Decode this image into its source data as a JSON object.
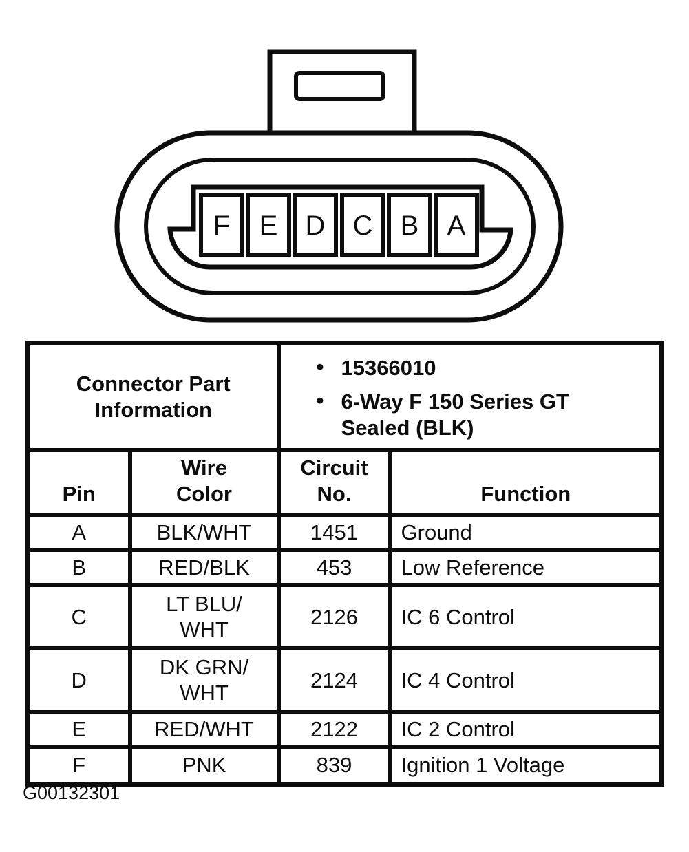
{
  "connector": {
    "pins": [
      "F",
      "E",
      "D",
      "C",
      "B",
      "A"
    ]
  },
  "table": {
    "part_info_label": "Connector Part\nInformation",
    "part_info_bullets": [
      "15366010",
      "6-Way F 150 Series GT\nSealed (BLK)"
    ],
    "headers": {
      "pin": "Pin",
      "wire_color": "Wire\nColor",
      "circuit_no": "Circuit\nNo.",
      "function": "Function"
    },
    "rows": [
      {
        "pin": "A",
        "wire_color": "BLK/WHT",
        "circuit_no": "1451",
        "function": "Ground"
      },
      {
        "pin": "B",
        "wire_color": "RED/BLK",
        "circuit_no": "453",
        "function": "Low Reference"
      },
      {
        "pin": "C",
        "wire_color": "LT BLU/\nWHT",
        "circuit_no": "2126",
        "function": "IC 6 Control"
      },
      {
        "pin": "D",
        "wire_color": "DK GRN/\nWHT",
        "circuit_no": "2124",
        "function": "IC 4 Control"
      },
      {
        "pin": "E",
        "wire_color": "RED/WHT",
        "circuit_no": "2122",
        "function": "IC 2 Control"
      },
      {
        "pin": "F",
        "wire_color": "PNK",
        "circuit_no": "839",
        "function": "Ignition 1 Voltage"
      }
    ]
  },
  "footer": {
    "figure_id": "G00132301"
  },
  "colors": {
    "ink": "#0d0d0d",
    "paper": "#ffffff"
  }
}
